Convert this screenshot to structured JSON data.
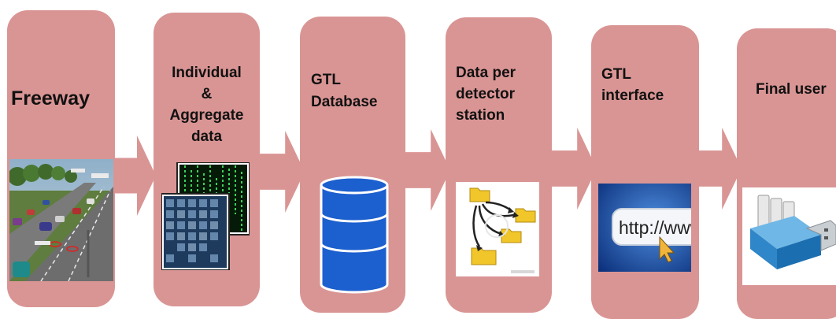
{
  "steps": [
    {
      "title": "Freeway",
      "image": "freeway-traffic-illustration"
    },
    {
      "title_lines": [
        "Individual",
        "&",
        "Aggregate",
        "data"
      ],
      "image": "data-matrix-screens-illustration"
    },
    {
      "title_lines": [
        "GTL",
        "Database"
      ],
      "image": "database-cylinder-icon"
    },
    {
      "title_lines": [
        "Data per",
        "detector",
        "station"
      ],
      "image": "folder-network-illustration"
    },
    {
      "title_lines": [
        "GTL",
        "interface"
      ],
      "image": "web-address-bar-illustration"
    },
    {
      "title": "Final user",
      "image": "usb-drive-illustration"
    }
  ],
  "images": {
    "url_text": "http://www."
  },
  "colors": {
    "box_fill": "#d99594",
    "database_blue": "#1c5fce"
  }
}
